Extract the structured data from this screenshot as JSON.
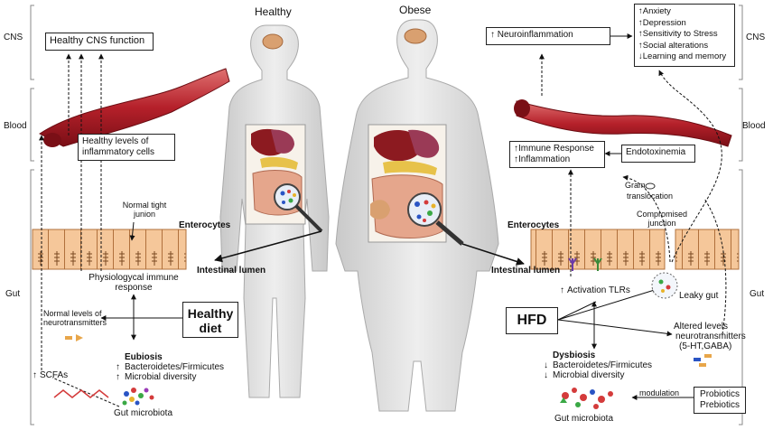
{
  "sections": {
    "cns": "CNS",
    "blood": "Blood",
    "gut": "Gut"
  },
  "figures": {
    "healthy": "Healthy",
    "obese": "Obese"
  },
  "healthy": {
    "cns_box": "Healthy CNS function",
    "inflammatory_box": "Healthy levels of inflammatory cells",
    "tight_junction": "Normal tight junion",
    "enterocytes": "Enterocytes",
    "lumen": "Intestinal lumen",
    "immune": "Physiologycal immune response",
    "neurotransmitters": "Normal levels of neurotransmitters",
    "diet": "Healthy diet",
    "eubiosis": "Eubiosis",
    "bacteroidetes": "Bacteroidetes/Firmicutes",
    "diversity": "Microbial diversity",
    "scfas": "SCFAs",
    "microbiota": "Gut microbiota"
  },
  "obese": {
    "neuroinflammation": "Neuroinflammation",
    "cns_effects": [
      "Anxiety",
      "Depression",
      "Sensitivity to Stress",
      "Social alterations",
      "Learning and memory"
    ],
    "immune_box": [
      "Immune Response",
      "Inflammation"
    ],
    "endotoxinemia": "Endotoxinemia",
    "gram": "Gram",
    "translocation": "translocation",
    "compromised": "Compromised junction",
    "enterocytes": "Enterocytes",
    "lumen": "Intestinal lumen",
    "tlrs": "Activation TLRs",
    "leaky": "Leaky gut",
    "hfd": "HFD",
    "altered": "Altered levels",
    "neurotransmitters": "neurotransmitters",
    "serotonin": "(5-HT,GABA)",
    "dysbiosis": "Dysbiosis",
    "bacteroidetes": "Bacteroidetes/Firmicutes",
    "diversity": "Microbial diversity",
    "probiotics": "Probiotics",
    "prebiotics": "Prebiotics",
    "modulation": "modulation",
    "microbiota": "Gut microbiota"
  },
  "symbols": {
    "up": "↑",
    "down": "↓"
  }
}
